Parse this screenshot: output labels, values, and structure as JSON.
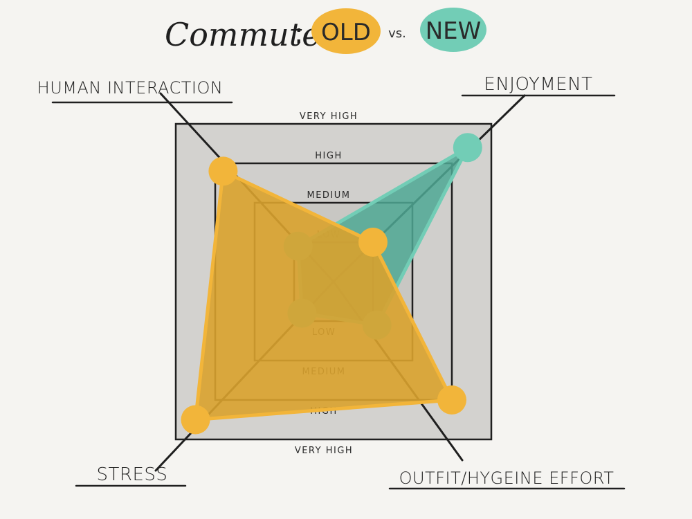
{
  "chart_data": {
    "type": "radar",
    "title": "Commute",
    "title_separator": ":",
    "legend_separator": "vs.",
    "axes": [
      "HUMAN INTERACTION",
      "ENJOYMENT",
      "OUTFIT/HYGEINE EFFORT",
      "STRESS"
    ],
    "scale_levels": [
      "LOW",
      "MEDIUM",
      "HIGH",
      "VERY HIGH"
    ],
    "value_range": [
      0,
      4
    ],
    "series": [
      {
        "name": "OLD",
        "color": "#f2b53a",
        "fill": "#d9a22e",
        "values": {
          "HUMAN INTERACTION": 2.8,
          "ENJOYMENT": 1.0,
          "OUTFIT/HYGEINE EFFORT": 3.0,
          "STRESS": 3.5
        }
      },
      {
        "name": "NEW",
        "color": "#72cdb6",
        "fill": "#4fa894",
        "values": {
          "HUMAN INTERACTION": 0.9,
          "ENJOYMENT": 3.4,
          "OUTFIT/HYGEINE EFFORT": 1.1,
          "STRESS": 0.8
        }
      }
    ]
  }
}
